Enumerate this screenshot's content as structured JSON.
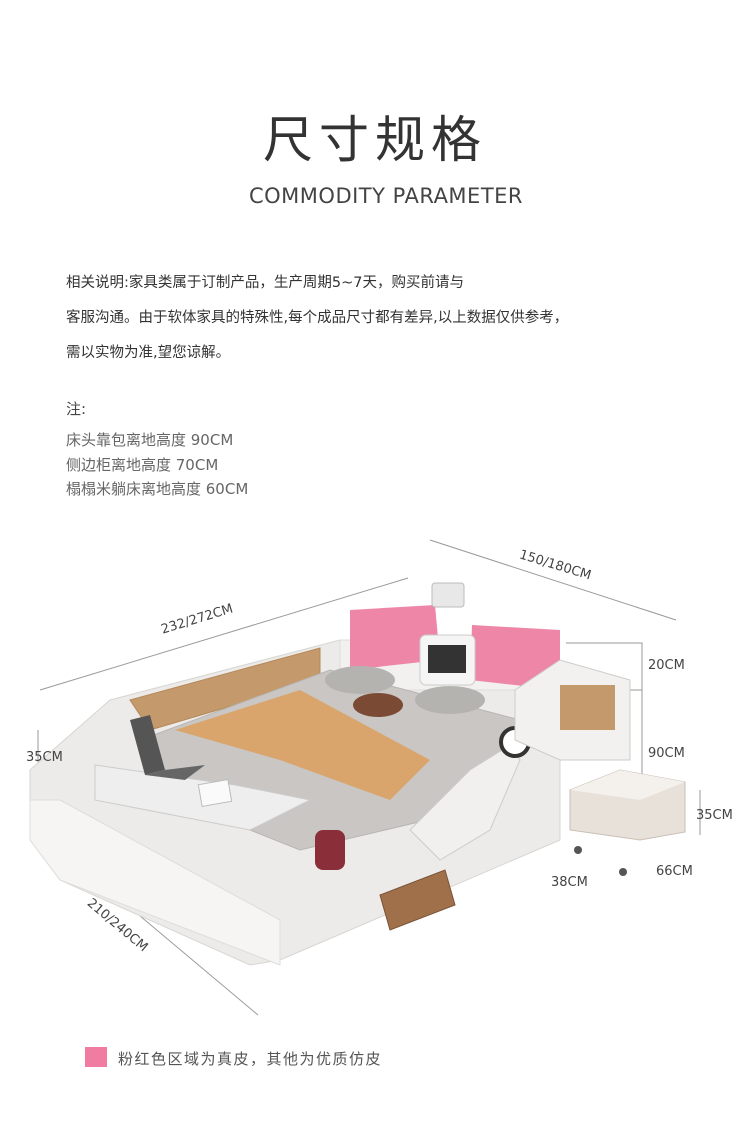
{
  "header": {
    "title": "尺寸规格",
    "subtitle": "COMMODITY PARAMETER"
  },
  "description": {
    "lines": [
      "相关说明:家具类属于订制产品，生产周期5~7天，购买前请与",
      "客服沟通。由于软体家具的特殊性,每个成品尺寸都有差异,以上数据仅供参考，",
      "需以实物为准,望您谅解。"
    ]
  },
  "notes": {
    "label": "注:",
    "items": [
      "床头靠包离地高度 90CM",
      "侧边柜离地高度 70CM",
      "榻榻米躺床离地高度 60CM"
    ]
  },
  "dimensions": {
    "length": "232/272CM",
    "width": "150/180CM",
    "depth": "210/240CM",
    "base_height": "35CM",
    "headrest_top": "20CM",
    "headboard_height": "90CM",
    "stool_height": "35CM",
    "stool_width": "38CM",
    "stool_length": "66CM"
  },
  "legend": {
    "text": "粉红色区域为真皮，其他为优质仿皮",
    "color": "#f07ca2"
  }
}
